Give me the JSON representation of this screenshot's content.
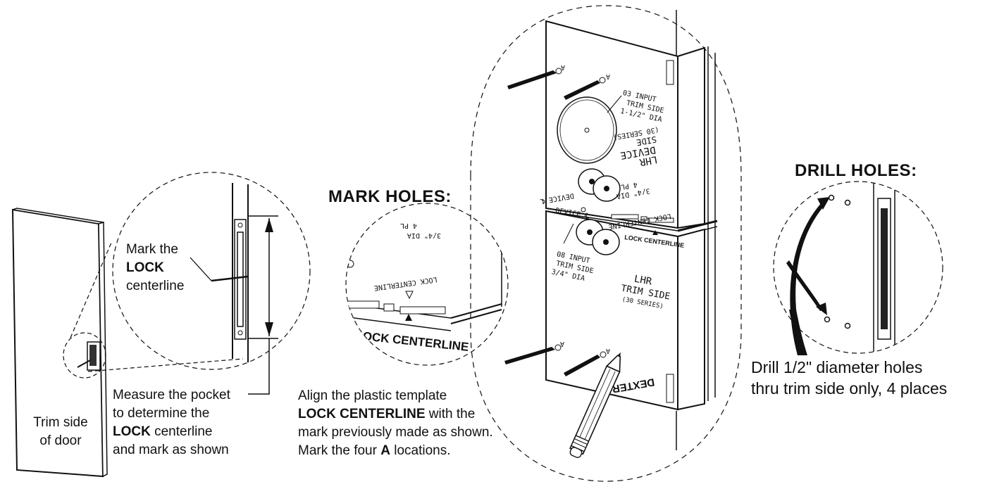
{
  "headings": {
    "mark_holes": "MARK HOLES:",
    "drill_holes": "DRILL HOLES:"
  },
  "door_label": {
    "line1": "Trim side",
    "line2": "of door"
  },
  "lock_callout": {
    "line1": "Mark the",
    "line2": "LOCK",
    "line3": "centerline"
  },
  "measure_note": {
    "line1": "Measure the pocket",
    "line2_pre": "to determine the",
    "line3_bold": "LOCK",
    "line3_rest": " centerline",
    "line4": "and mark as shown"
  },
  "align_note": {
    "line1": "Align the plastic template",
    "line2_bold": "LOCK CENTERLINE",
    "line2_rest": " with the",
    "line3": "mark previously made as shown.",
    "line4_pre": "Mark the four ",
    "line4_bold": "A",
    "line4_post": " locations."
  },
  "drill_note": {
    "line1": "Drill 1/2\" diameter holes",
    "line2": "thru trim side only, 4 places"
  },
  "template": {
    "input_03": [
      "03 INPUT",
      "TRIM SIDE",
      "1-1/2\" DIA"
    ],
    "input_08": [
      "08 INPUT",
      "TRIM SIDE",
      "3/4\" DIA"
    ],
    "device_side": [
      "LHR",
      "DEVICE",
      "SIDE",
      "(30 SERIES)"
    ],
    "trim_side": [
      "LHR",
      "TRIM SIDE",
      "(30 SERIES)"
    ],
    "dia_4pl": [
      "3/4\" DIA",
      "4 PL"
    ],
    "device_cl_a": "DEVICE ℄",
    "device_cl_b": "DEVICE ℄",
    "lock_centerline_small": "LOCK CENTERLINE",
    "lock_centerline_bold": "LOCK CENTERLINE",
    "brand": "DEXTER",
    "mark_a": "A"
  },
  "zoom_mark": {
    "lock_centerline_mirrored": "LOCK CENTERLINE",
    "dia": "3/4\" DIA",
    "pl": "4 PL",
    "lock_centerline_bold": "LOCK CENTERLINE"
  }
}
